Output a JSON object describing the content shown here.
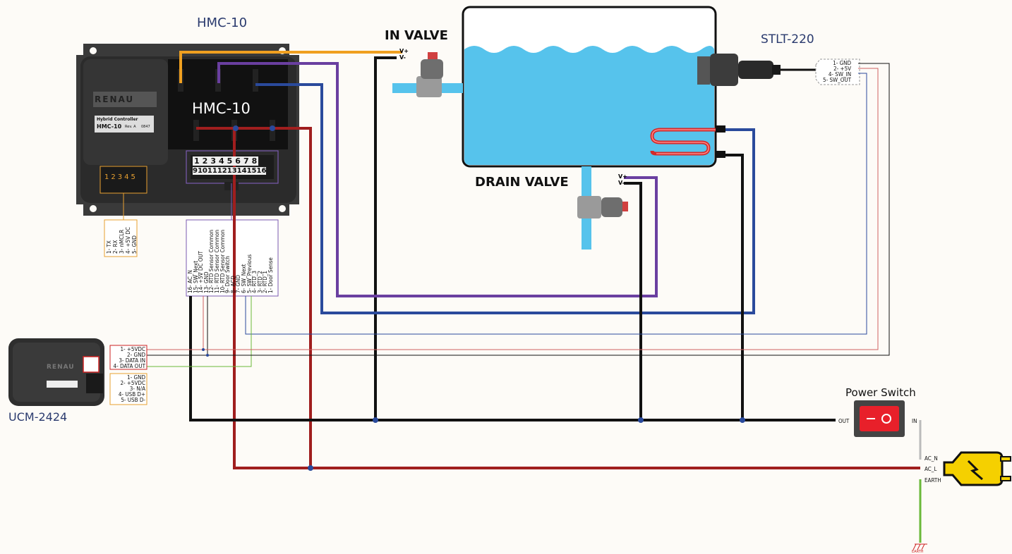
{
  "labels": {
    "hmc_top": "HMC-10",
    "hmc_face": "HMC-10",
    "brand": "RENAU",
    "hybrid": "Hybrid Controller",
    "model": "HMC-10",
    "rev": "Rev. A",
    "serial": "0847",
    "ucm": "UCM-2424",
    "ucm_brand": "RENAU",
    "in_valve": "IN VALVE",
    "drain_valve": "DRAIN VALVE",
    "stlt": "STLT-220",
    "power_switch": "Power Switch",
    "out": "OUT",
    "in": "IN",
    "ac_n": "AC_N",
    "ac_l": "AC_L",
    "earth": "EARTH",
    "earth_symbol": "EARTH",
    "vplus": "V+",
    "vminus": "V-"
  },
  "programming_pins": [
    "1- TX",
    "2- RX",
    "3- nMCLR",
    "4- +5V DC",
    "5- GND"
  ],
  "connector_pins_top": [
    "1",
    "2",
    "3",
    "4",
    "5",
    "6",
    "7",
    "8"
  ],
  "connector_pins_bottom": [
    "9",
    "10",
    "11",
    "12",
    "13",
    "14",
    "15",
    "16"
  ],
  "small_header_pins": [
    "1",
    "2",
    "3",
    "4",
    "5"
  ],
  "hmc_terminals": [
    "16- AC_N",
    "15- SW_Next",
    "14- +5V DC OUT",
    "13- GND",
    "12- RTD Sensor Common",
    "11- RTD Sensor Common",
    "10- RTD Sensor Common",
    "9- Door Switch",
    "8- ACD",
    "7- GND",
    "6- SW_Next",
    "5- SW_Previous",
    "4- RTD_3",
    "3- RTD_2",
    "2- RTD_1",
    "1- Door Sense"
  ],
  "stlt_pins": [
    "1- GND",
    "2- +5V",
    "4- SW_IN",
    "5- SW_OUT"
  ],
  "ucm_data_pins": [
    "1- +5VDC",
    "2- GND",
    "3- DATA IN",
    "4- DATA OUT"
  ],
  "ucm_usb_pins": [
    "1- GND",
    "2- +5VDC",
    "3- N/A",
    "4- USB D+",
    "5- USB D-"
  ],
  "colors": {
    "background": "#fdfbf7",
    "wire_orange": "#f0a020",
    "wire_purple": "#6a3fa0",
    "wire_blue": "#2a4a9c",
    "wire_red": "#a01e1e",
    "wire_black": "#111111",
    "water": "#56c3ec",
    "heater": "#d42a2a",
    "earth_green": "#6ab83a",
    "switch_red": "#e8202a",
    "plug_yellow": "#f5d000"
  }
}
